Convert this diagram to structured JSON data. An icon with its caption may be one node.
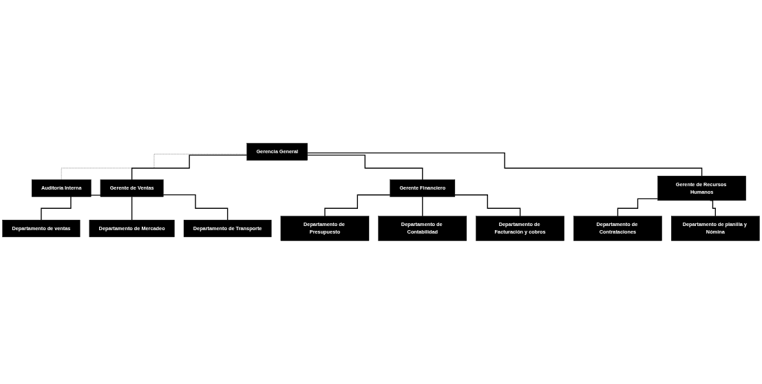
{
  "diagram": {
    "nodes": [
      {
        "text": [
          "Gerencia General"
        ]
      },
      {
        "text": [
          "Auditoría Interna"
        ]
      },
      {
        "text": [
          "Gerente de Ventas"
        ]
      },
      {
        "text": [
          "Gerente Financiero"
        ]
      },
      {
        "text": [
          "Gerente de Recursos Humanos"
        ]
      },
      {
        "text": [
          "Departamento de ventas"
        ]
      },
      {
        "text": [
          "Departamento de Mercadeo"
        ]
      },
      {
        "text": [
          "Departamento de Transporte"
        ]
      },
      {
        "text": [
          "Departamento de Presupuesto"
        ]
      },
      {
        "text": [
          "Departamento de Contabilidad"
        ]
      },
      {
        "text": [
          "Departamento de Facturación y cobros"
        ]
      },
      {
        "text": [
          "Departamento de Contrataciones"
        ]
      },
      {
        "text": [
          "Departamento de planilla y Nómina"
        ]
      }
    ],
    "edges": [
      {
        "from": 0,
        "to": 1,
        "arrow": "none",
        "style": "dashed",
        "color": "#808080"
      },
      {
        "from": 0,
        "to": 2,
        "arrow": "none"
      },
      {
        "from": 0,
        "to": 3,
        "arrow": "none"
      },
      {
        "from": 0,
        "to": 4,
        "arrow": "none"
      },
      {
        "from": 2,
        "to": 5,
        "arrow": "none"
      },
      {
        "from": 2,
        "to": 6,
        "arrow": "none"
      },
      {
        "from": 2,
        "to": 7,
        "arrow": "none"
      },
      {
        "from": 3,
        "to": 8,
        "arrow": "none"
      },
      {
        "from": 3,
        "to": 9,
        "arrow": "none"
      },
      {
        "from": 3,
        "to": 10,
        "arrow": "none"
      },
      {
        "from": 4,
        "to": 11,
        "arrow": "none"
      },
      {
        "from": 4,
        "to": 12,
        "arrow": "none"
      }
    ]
  }
}
